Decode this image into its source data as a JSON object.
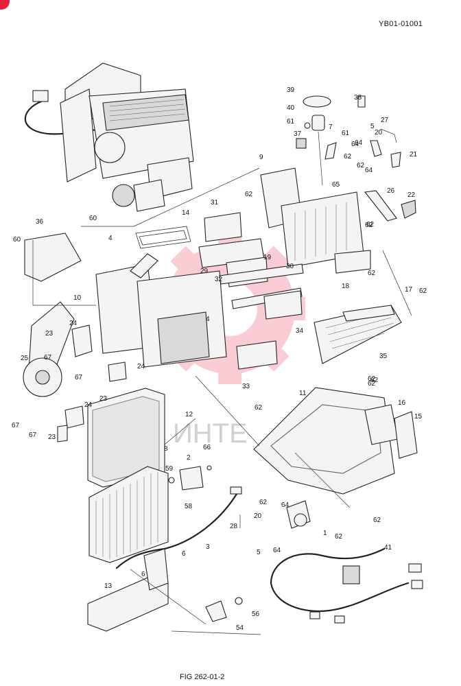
{
  "document": {
    "id": "YB01-01001",
    "caption": "FIG 262-01-2",
    "watermark": "ИНТЕ"
  },
  "colors": {
    "badge": "#e8203a",
    "watermark": "#e8203a"
  },
  "callouts": [
    "1",
    "2",
    "3",
    "4",
    "4",
    "5",
    "5",
    "6",
    "6",
    "8",
    "9",
    "10",
    "11",
    "12",
    "13",
    "14",
    "15",
    "16",
    "17",
    "18",
    "19",
    "20",
    "20",
    "21",
    "22",
    "23",
    "23",
    "23",
    "24",
    "24",
    "24",
    "25",
    "26",
    "27",
    "28",
    "29",
    "30",
    "31",
    "32",
    "33",
    "34",
    "35",
    "36",
    "37",
    "38",
    "39",
    "40",
    "41",
    "54",
    "56",
    "58",
    "59",
    "60",
    "60",
    "61",
    "61",
    "62",
    "62",
    "62",
    "62",
    "62",
    "62",
    "62",
    "62",
    "62",
    "62",
    "62",
    "62",
    "62",
    "62",
    "64",
    "64",
    "64",
    "64",
    "64",
    "65",
    "66",
    "67",
    "67",
    "67",
    "67",
    "7"
  ]
}
